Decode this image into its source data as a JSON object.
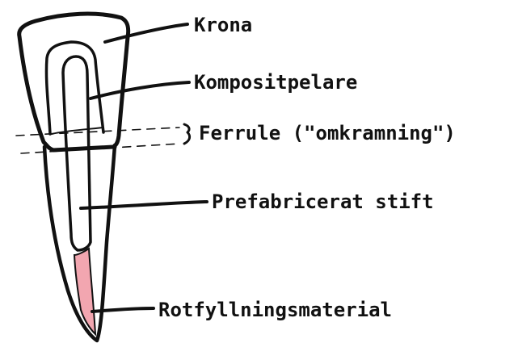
{
  "labels": {
    "crown": "Krona",
    "composite_core": "Kompositpelare",
    "ferrule": "Ferrule (\"omkramning\")",
    "post": "Prefabricerat stift",
    "root_filling": "Rotfyllningsmaterial"
  },
  "colors": {
    "outline": "#111111",
    "root_filling_fill": "#f2a6b0",
    "background": "#ffffff"
  }
}
